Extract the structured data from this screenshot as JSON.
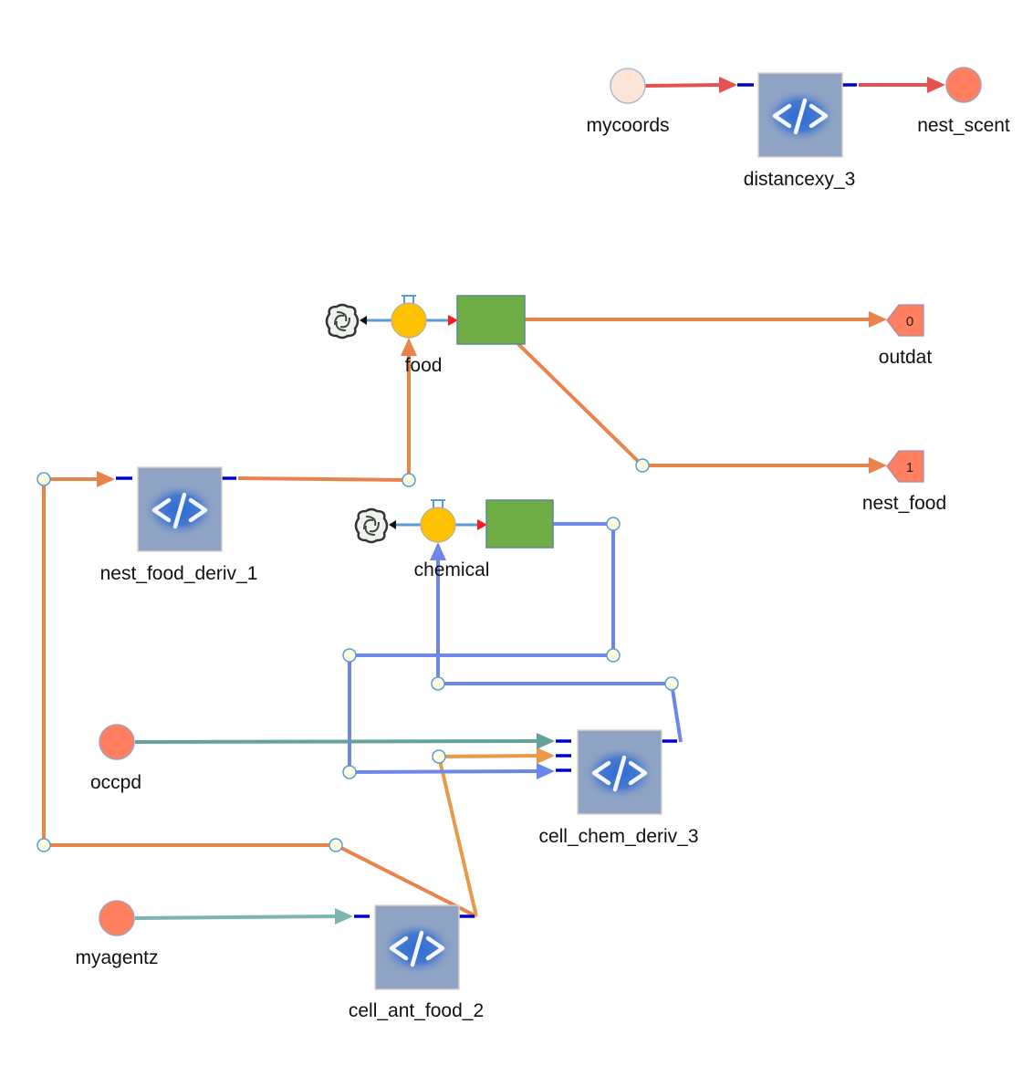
{
  "colors": {
    "orange": "#E8834E",
    "light_orange": "#E8994A",
    "red": "#E55050",
    "blue": "#6E86E8",
    "teal": "#66A09A",
    "light_teal": "#7DB5B0",
    "port": "#0000CC",
    "stock_green": "#70AD47",
    "flow_valve": "#FFC000",
    "var_salmon": "#FF7F5E",
    "var_light": "#FBE5D6",
    "waypoint_fill": "#FFFDE0",
    "waypoint_stroke": "#5B9BD5",
    "code_block": "#8FA3C4"
  },
  "nodes": {
    "mycoords": {
      "label": "mycoords",
      "type": "input-variable"
    },
    "distancexy_3": {
      "label": "distancexy_3",
      "type": "code-block"
    },
    "nest_scent": {
      "label": "nest_scent",
      "type": "variable"
    },
    "food": {
      "label": "food",
      "type": "stock"
    },
    "outdat": {
      "label": "outdat",
      "type": "output",
      "index": "0"
    },
    "nest_food": {
      "label": "nest_food",
      "type": "output",
      "index": "1"
    },
    "nest_food_deriv_1": {
      "label": "nest_food_deriv_1",
      "type": "code-block"
    },
    "chemical": {
      "label": "chemical",
      "type": "stock"
    },
    "occpd": {
      "label": "occpd",
      "type": "variable"
    },
    "cell_chem_deriv_3": {
      "label": "cell_chem_deriv_3",
      "type": "code-block"
    },
    "myagentz": {
      "label": "myagentz",
      "type": "variable"
    },
    "cell_ant_food_2": {
      "label": "cell_ant_food_2",
      "type": "code-block"
    }
  },
  "connections": [
    {
      "from": "mycoords",
      "to": "distancexy_3",
      "color": "red"
    },
    {
      "from": "distancexy_3",
      "to": "nest_scent",
      "color": "red"
    },
    {
      "from": "food",
      "to": "outdat",
      "color": "orange"
    },
    {
      "from": "food",
      "to": "nest_food",
      "color": "orange"
    },
    {
      "from": "nest_food_deriv_1",
      "to": "food",
      "color": "orange"
    },
    {
      "from": "cell_ant_food_2",
      "to": "nest_food_deriv_1",
      "color": "orange"
    },
    {
      "from": "cell_ant_food_2",
      "to": "cell_chem_deriv_3",
      "color": "light_orange"
    },
    {
      "from": "chemical",
      "to": "cell_chem_deriv_3",
      "color": "blue"
    },
    {
      "from": "cell_chem_deriv_3",
      "to": "chemical",
      "color": "blue"
    },
    {
      "from": "occpd",
      "to": "cell_chem_deriv_3",
      "color": "teal"
    },
    {
      "from": "myagentz",
      "to": "cell_ant_food_2",
      "color": "light_teal"
    }
  ]
}
